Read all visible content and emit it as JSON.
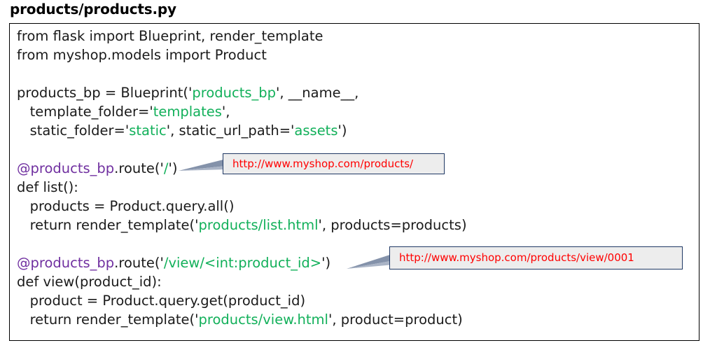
{
  "page": {
    "title": "products/products.py",
    "background": "#ffffff"
  },
  "colors": {
    "string": "#12b05a",
    "decorator": "#7030a0",
    "code_text": "#1a1a1a",
    "callout_text": "#ff0000",
    "callout_fill": "#ededed",
    "callout_border": "#1f3864",
    "frame_border": "#000000"
  },
  "code": {
    "language": "python",
    "lines": [
      [
        {
          "t": "from flask import Blueprint, render_template",
          "c": "plain"
        }
      ],
      [
        {
          "t": "from myshop.models import Product",
          "c": "plain"
        }
      ],
      [
        {
          "t": "",
          "c": "plain"
        }
      ],
      [
        {
          "t": "products_bp = Blueprint(",
          "c": "plain"
        },
        {
          "t": "'",
          "c": "quote"
        },
        {
          "t": "products_bp",
          "c": "str"
        },
        {
          "t": "'",
          "c": "quote"
        },
        {
          "t": ", __name__,",
          "c": "plain"
        }
      ],
      [
        {
          "t": "   template_folder=",
          "c": "plain"
        },
        {
          "t": "'",
          "c": "quote"
        },
        {
          "t": "templates",
          "c": "str"
        },
        {
          "t": "'",
          "c": "quote"
        },
        {
          "t": ",",
          "c": "plain"
        }
      ],
      [
        {
          "t": "   static_folder=",
          "c": "plain"
        },
        {
          "t": "'",
          "c": "quote"
        },
        {
          "t": "static",
          "c": "str"
        },
        {
          "t": "'",
          "c": "quote"
        },
        {
          "t": ", static_url_path=",
          "c": "plain"
        },
        {
          "t": "'",
          "c": "quote"
        },
        {
          "t": "assets",
          "c": "str"
        },
        {
          "t": "'",
          "c": "quote"
        },
        {
          "t": ")",
          "c": "plain"
        }
      ],
      [
        {
          "t": "",
          "c": "plain"
        }
      ],
      [
        {
          "t": "@products_bp",
          "c": "dec"
        },
        {
          "t": ".route(",
          "c": "plain"
        },
        {
          "t": "'",
          "c": "quote"
        },
        {
          "t": "/",
          "c": "str"
        },
        {
          "t": "'",
          "c": "quote"
        },
        {
          "t": ")",
          "c": "plain"
        }
      ],
      [
        {
          "t": "def list():",
          "c": "plain"
        }
      ],
      [
        {
          "t": "   products = Product.query.all()",
          "c": "plain"
        }
      ],
      [
        {
          "t": "   return render_template(",
          "c": "plain"
        },
        {
          "t": "'",
          "c": "quote"
        },
        {
          "t": "products/list.html",
          "c": "str"
        },
        {
          "t": "'",
          "c": "quote"
        },
        {
          "t": ", products=products)",
          "c": "plain"
        }
      ],
      [
        {
          "t": "",
          "c": "plain"
        }
      ],
      [
        {
          "t": "@products_bp",
          "c": "dec"
        },
        {
          "t": ".route(",
          "c": "plain"
        },
        {
          "t": "'",
          "c": "quote"
        },
        {
          "t": "/view/<int:product_id>",
          "c": "str"
        },
        {
          "t": "'",
          "c": "quote"
        },
        {
          "t": ")",
          "c": "plain"
        }
      ],
      [
        {
          "t": "def view(product_id):",
          "c": "plain"
        }
      ],
      [
        {
          "t": "   product = Product.query.get(product_id)",
          "c": "plain"
        }
      ],
      [
        {
          "t": "   return render_template(",
          "c": "plain"
        },
        {
          "t": "'",
          "c": "quote"
        },
        {
          "t": "products/view.html",
          "c": "str"
        },
        {
          "t": "'",
          "c": "quote"
        },
        {
          "t": ", product=product)",
          "c": "plain"
        }
      ]
    ]
  },
  "callouts": {
    "list_route": {
      "text": "http://www.myshop.com/products/"
    },
    "view_route": {
      "text": "http://www.myshop.com/products/view/0001"
    }
  }
}
